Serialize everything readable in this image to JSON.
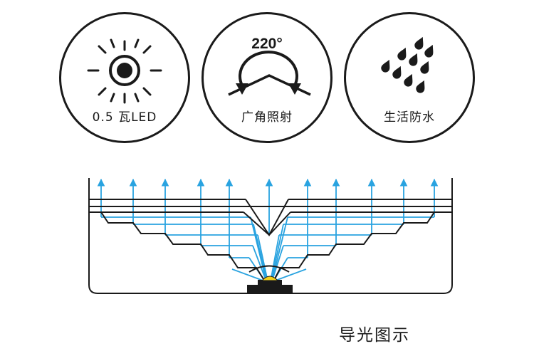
{
  "features": [
    {
      "label": "0.5 瓦LED",
      "icon": "sun-led-icon"
    },
    {
      "label": "广角照射",
      "icon": "wide-angle-arrow-icon",
      "angle_text": "220°"
    },
    {
      "label": "生活防水",
      "icon": "water-drops-icon"
    }
  ],
  "diagram": {
    "caption": "导光图示",
    "colors": {
      "rays": "#29a3e0",
      "outline": "#1a1a1a",
      "led": "#f2d21c"
    }
  }
}
